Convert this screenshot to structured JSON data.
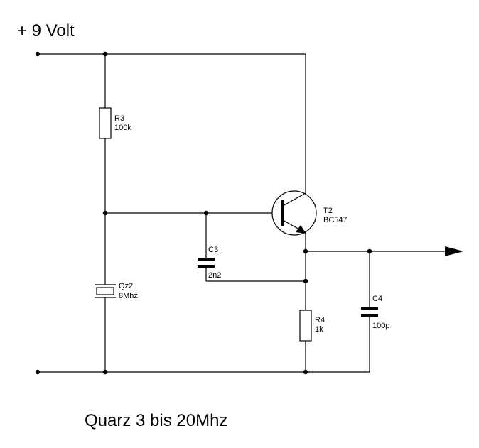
{
  "supply_label": "+ 9 Volt",
  "caption": "Quarz 3 bis 20Mhz",
  "components": {
    "r3": {
      "ref": "R3",
      "value": "100k"
    },
    "qz2": {
      "ref": "Qz2",
      "value": "8Mhz"
    },
    "c3": {
      "ref": "C3",
      "value": "2n2"
    },
    "t2": {
      "ref": "T2",
      "value": "BC547"
    },
    "r4": {
      "ref": "R4",
      "value": "1k"
    },
    "c4": {
      "ref": "C4",
      "value": "100p"
    }
  }
}
